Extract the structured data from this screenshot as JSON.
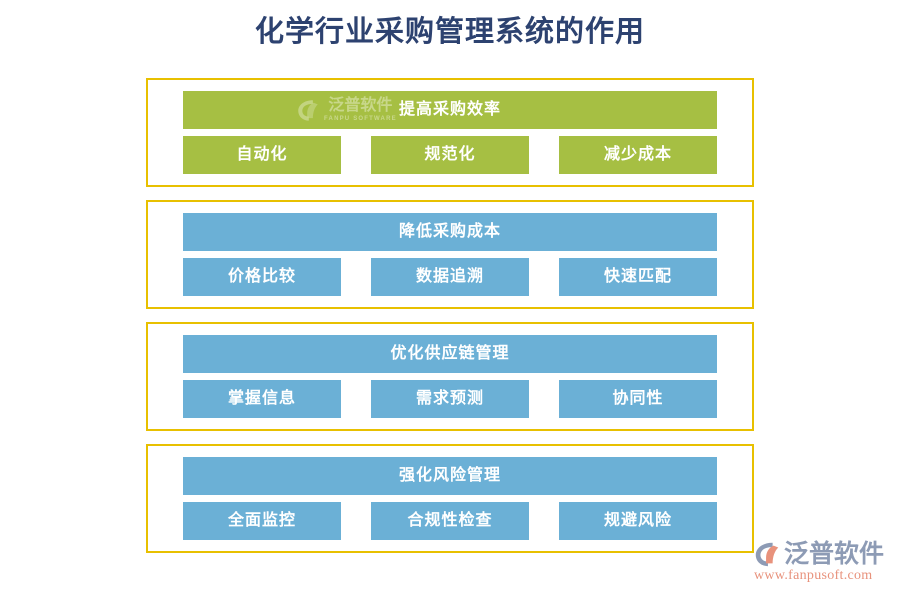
{
  "page": {
    "title": "化学行业采购管理系统的作用",
    "title_color": "#2d4270",
    "background": "#ffffff",
    "border_color": "#e8c000"
  },
  "colors": {
    "green": "#a6bf43",
    "blue": "#6bb0d6",
    "border_yellow": "#e8c000",
    "title_navy": "#2d4270",
    "logo_gray_blue": "#8d9bb5",
    "logo_orange": "#e8927c"
  },
  "watermark": {
    "cn": "泛普软件",
    "en": "FANPU SOFTWARE"
  },
  "sections": [
    {
      "theme": "green",
      "header": "提高采购效率",
      "items": [
        "自动化",
        "规范化",
        "减少成本"
      ]
    },
    {
      "theme": "blue",
      "header": "降低采购成本",
      "items": [
        "价格比较",
        "数据追溯",
        "快速匹配"
      ]
    },
    {
      "theme": "blue",
      "header": "优化供应链管理",
      "items": [
        "掌握信息",
        "需求预测",
        "协同性"
      ]
    },
    {
      "theme": "blue",
      "header": "强化风险管理",
      "items": [
        "全面监控",
        "合规性检查",
        "规避风险"
      ]
    }
  ],
  "brand": {
    "cn": "泛普软件",
    "url": "www.fanpusoft.com"
  }
}
